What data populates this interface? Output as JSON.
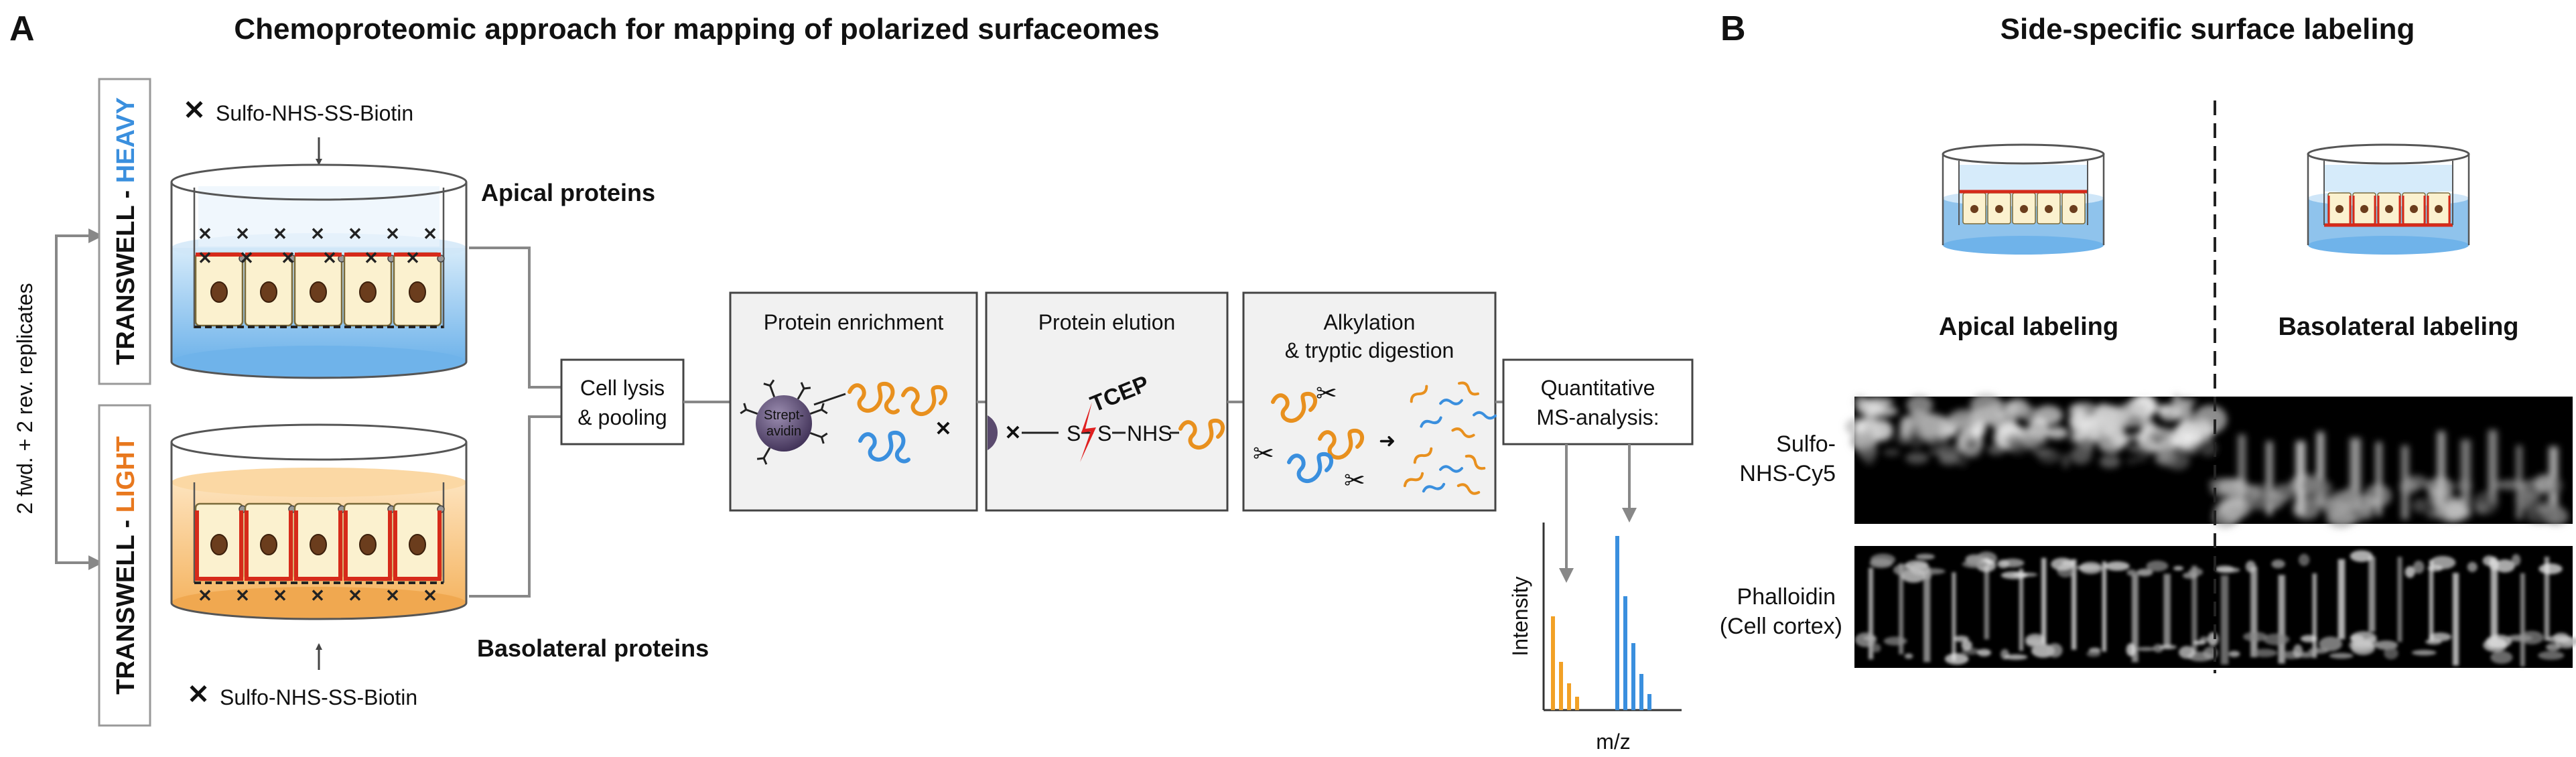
{
  "panel_a": {
    "letter": "A",
    "title": "Chemoproteomic approach for mapping of polarized surfaceomes",
    "side_label": "2 fwd. + 2 rev. replicates",
    "transwell_heavy": {
      "prefix": "TRANSWELL - ",
      "emph": "HEAVY",
      "emph_color": "#3a8fde"
    },
    "transwell_light": {
      "prefix": "TRANSWELL - ",
      "emph": "LIGHT",
      "emph_color": "#e8781e"
    },
    "reagent_top": "Sulfo-NHS-SS-Biotin",
    "reagent_bottom": "Sulfo-NHS-SS-Biotin",
    "apical_proteins": "Apical proteins",
    "basolateral_proteins": "Basolateral proteins",
    "steps": [
      {
        "line1": "Cell lysis",
        "line2": "& pooling"
      },
      {
        "line1": "Protein enrichment",
        "line2": ""
      },
      {
        "line1": "Protein elution",
        "line2": ""
      },
      {
        "line1": "Alkylation",
        "line2": "& tryptic digestion"
      },
      {
        "line1": "Quantitative",
        "line2": "MS-analysis:"
      }
    ],
    "streptavidin_line1": "Strept-",
    "streptavidin_line2": "avidin",
    "tcep": "TCEP",
    "chem_s1": "S",
    "chem_s2": "S",
    "chem_nhs": "NHS",
    "spectrum": {
      "y_label": "Intensity",
      "x_label": "m/z"
    },
    "colors": {
      "heavy": "#3a8fde",
      "light": "#f2a126",
      "membrane": "#d62a1a",
      "protein_orange": "#e8901e",
      "protein_blue": "#3a8fde",
      "streptavidin": "#5a4a6e"
    }
  },
  "panel_b": {
    "letter": "B",
    "title": "Side-specific surface labeling",
    "apical_label": "Apical labeling",
    "basolateral_label": "Basolateral labeling",
    "row1_line1": "Sulfo-",
    "row1_line2": "NHS-Cy5",
    "row2_line1": "Phalloidin",
    "row2_line2": "(Cell cortex)"
  }
}
